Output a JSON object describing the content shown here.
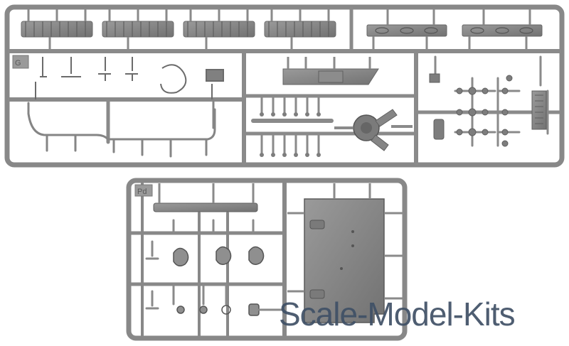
{
  "photo": {
    "subject": "plastic model kit sprues",
    "sprue_color": "#8f8f8f",
    "sprue_shadow": "#6f6f6f",
    "background": "#ffffff"
  },
  "sprues": [
    {
      "label": "G"
    },
    {
      "label": "Pd"
    }
  ],
  "watermark": {
    "text": "Scale-Model-Kits",
    "color": "#3f5066"
  }
}
